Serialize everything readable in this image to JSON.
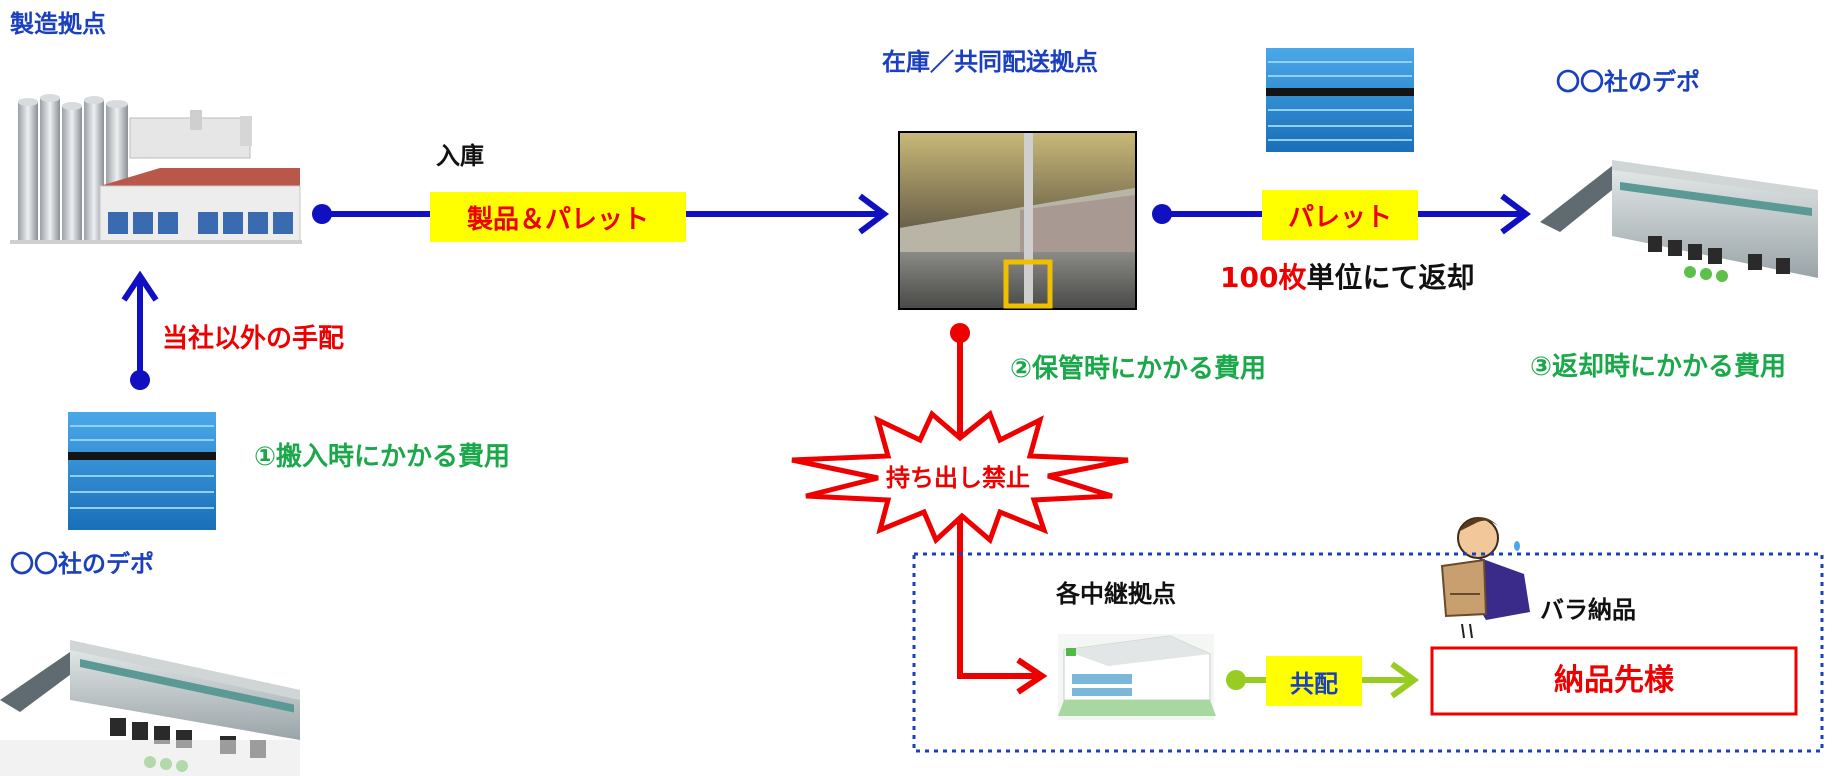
{
  "labels": {
    "factory_title": "製造拠点",
    "depot_left_title": "〇〇社のデポ",
    "storage_title": "在庫／共同配送拠点",
    "depot_right_title": "〇〇社のデポ",
    "inbound": "入庫",
    "product_pallet": "製品＆パレット",
    "pallet": "パレット",
    "return_unit_num": "100枚",
    "return_unit_rest": "単位にて返却",
    "other_arrangement": "当社以外の手配",
    "cost_1": "①搬入時にかかる費用",
    "cost_2": "②保管時にかかる費用",
    "cost_3": "③返却時にかかる費用",
    "no_takeout": "持ち出し禁止",
    "relay": "各中継拠点",
    "bulk_delivery": "バラ納品",
    "joint_delivery": "共配",
    "customer": "納品先様"
  },
  "colors": {
    "arrow_blue": "#1010c0",
    "arrow_red": "#ee0000",
    "arrow_green": "#99cc22",
    "cost_green": "#1aa84a",
    "title_blue": "#1a3fbf",
    "highlight_yellow": "#ffff00",
    "dotted_border": "#1a3fbf"
  },
  "icons": [
    "factory-icon",
    "pallet-stack-icon",
    "warehouse-photo",
    "depot-warehouse-icon",
    "relay-building-icon",
    "delivery-worker-icon"
  ]
}
